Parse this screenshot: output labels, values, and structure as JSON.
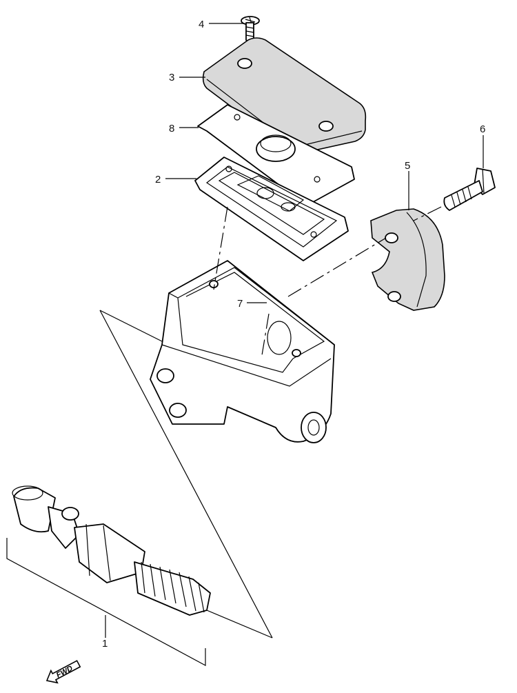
{
  "callouts": [
    {
      "id": "1",
      "label": "1"
    },
    {
      "id": "2",
      "label": "2"
    },
    {
      "id": "3",
      "label": "3"
    },
    {
      "id": "4",
      "label": "4"
    },
    {
      "id": "5",
      "label": "5"
    },
    {
      "id": "6",
      "label": "6"
    },
    {
      "id": "7",
      "label": "7"
    },
    {
      "id": "8",
      "label": "8"
    }
  ],
  "fwd_badge": {
    "label": "FWD"
  }
}
